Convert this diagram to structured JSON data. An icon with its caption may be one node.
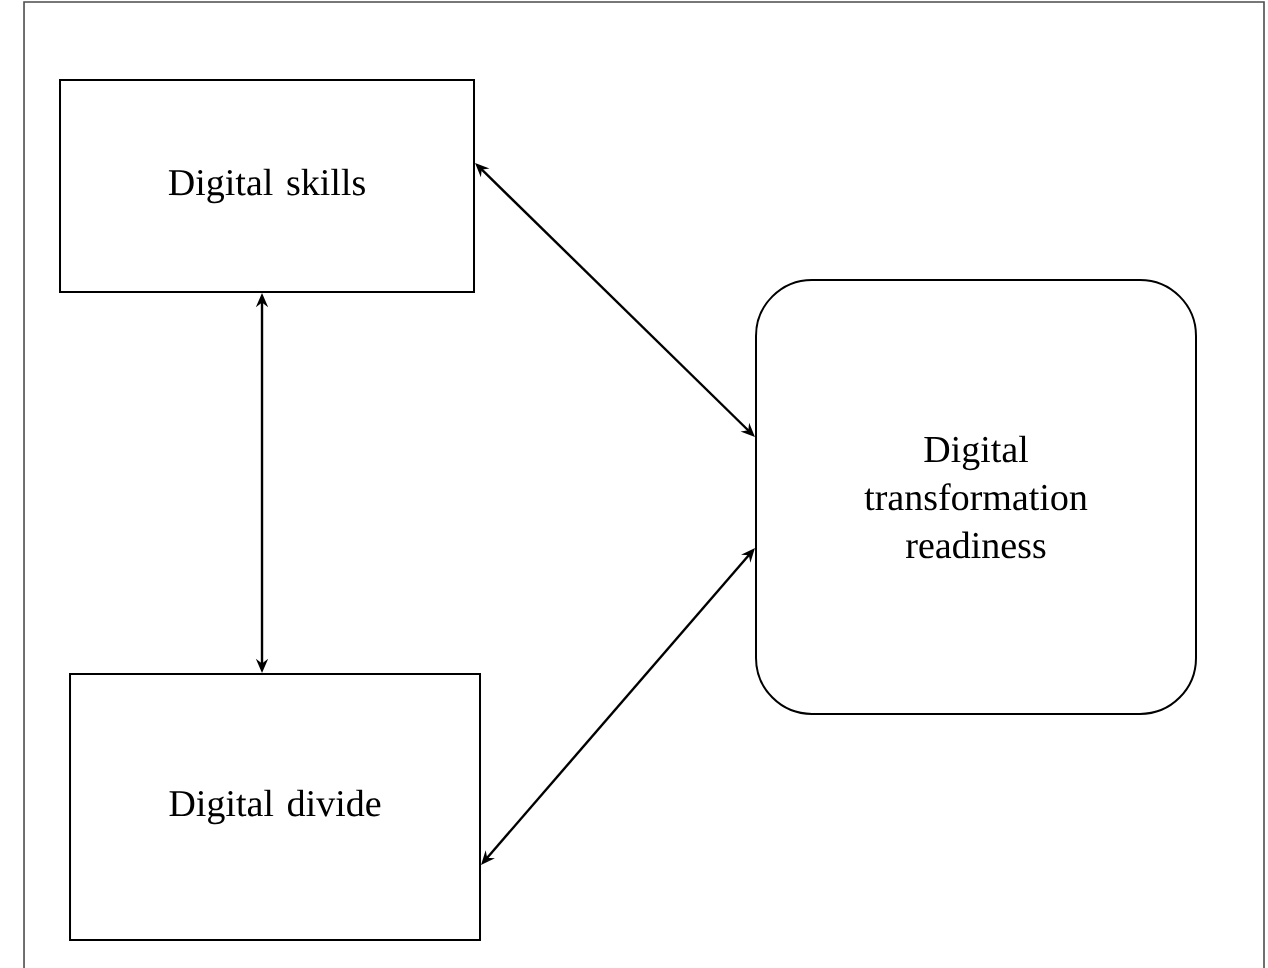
{
  "diagram": {
    "nodes": [
      {
        "text": [
          "Digital skills"
        ]
      },
      {
        "text": [
          "Digital divide"
        ]
      },
      {
        "text": [
          "Digital transformation readiness"
        ]
      }
    ],
    "edges": [
      {
        "from": 0,
        "to": 2,
        "arrow": "both"
      },
      {
        "from": 0,
        "to": 1,
        "arrow": "both"
      },
      {
        "from": 1,
        "to": 2,
        "arrow": "both"
      }
    ]
  }
}
